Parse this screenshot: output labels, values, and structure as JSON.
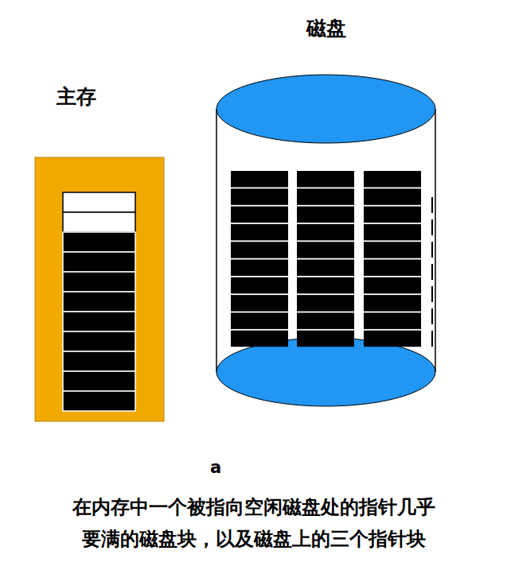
{
  "diagram": {
    "caption": "在内存中一个被指向空闲磁盘处的指针几乎 要满的磁盘块，以及磁盘上的三个指针块",
    "nodes": [
      {
        "text": [
          "主存"
        ]
      },
      {
        "text": [
          "磁盘"
        ]
      }
    ],
    "labels": [
      "a"
    ]
  }
}
